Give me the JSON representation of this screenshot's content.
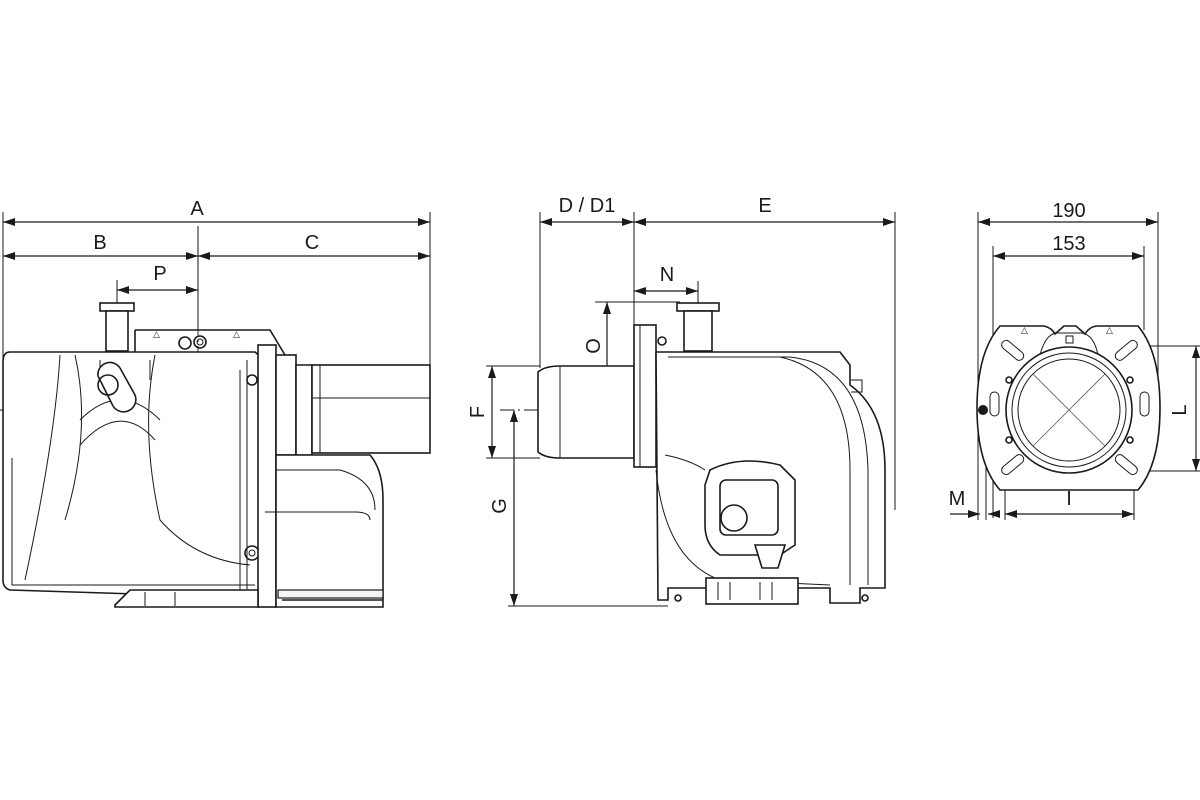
{
  "dimensions": {
    "A": "A",
    "B": "B",
    "C": "C",
    "P": "P",
    "D_D1": "D / D1",
    "E": "E",
    "N": "N",
    "O": "O",
    "F": "F",
    "G": "G",
    "width_190": "190",
    "width_153": "153",
    "L": "L",
    "M": "M",
    "I": "I"
  },
  "warning_marks": {
    "side_left": "△",
    "side_right": "△",
    "front_left": "△",
    "front_right": "△"
  },
  "colors": {
    "line": "#1a1a1a",
    "background": "#ffffff"
  }
}
